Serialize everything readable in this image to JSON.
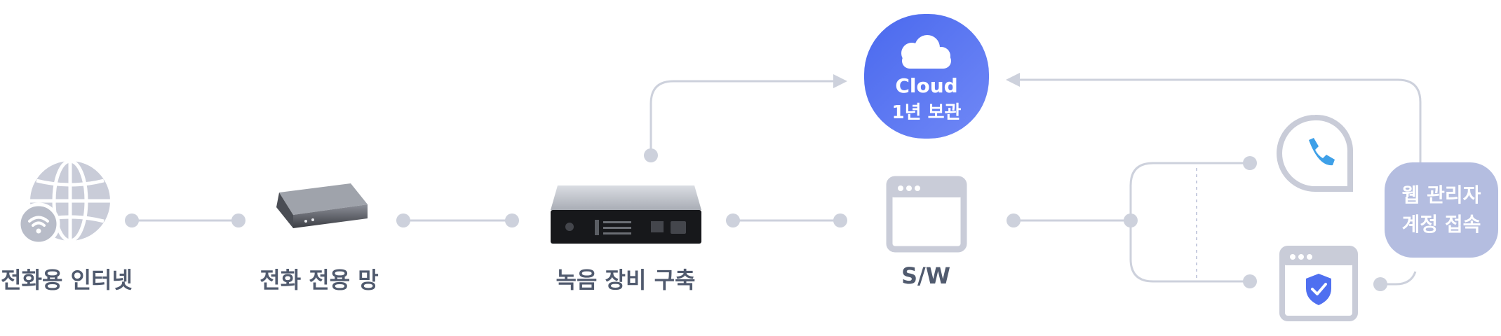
{
  "nodes": {
    "internet": {
      "label": "전화용 인터넷",
      "icon": "globe-wifi-icon"
    },
    "phone_network": {
      "label": "전화 전용 망",
      "icon": "network-device-icon"
    },
    "recorder": {
      "label": "녹음 장비  구축",
      "icon": "recording-device-icon"
    },
    "software": {
      "label": "S/W",
      "icon": "app-window-icon"
    },
    "cloud": {
      "line1": "Cloud",
      "line2": "1년 보관",
      "icon": "cloud-icon"
    },
    "web_admin": {
      "line1": "웹 관리자",
      "line2": "계정 접속"
    },
    "phone": {
      "icon": "phone-icon"
    },
    "secure_window": {
      "icon": "shield-check-icon"
    }
  },
  "colors": {
    "line": "#cdd1dc",
    "icon": "#c9ccd8",
    "icon_dark": "#b8bcc8",
    "cloud_start": "#4f6ff0",
    "cloud_end": "#6d82f5",
    "pill": "#b4bde0",
    "phone_accent": "#3ea0e8",
    "shield_accent": "#4f6ff0",
    "text": "#505a6e"
  }
}
